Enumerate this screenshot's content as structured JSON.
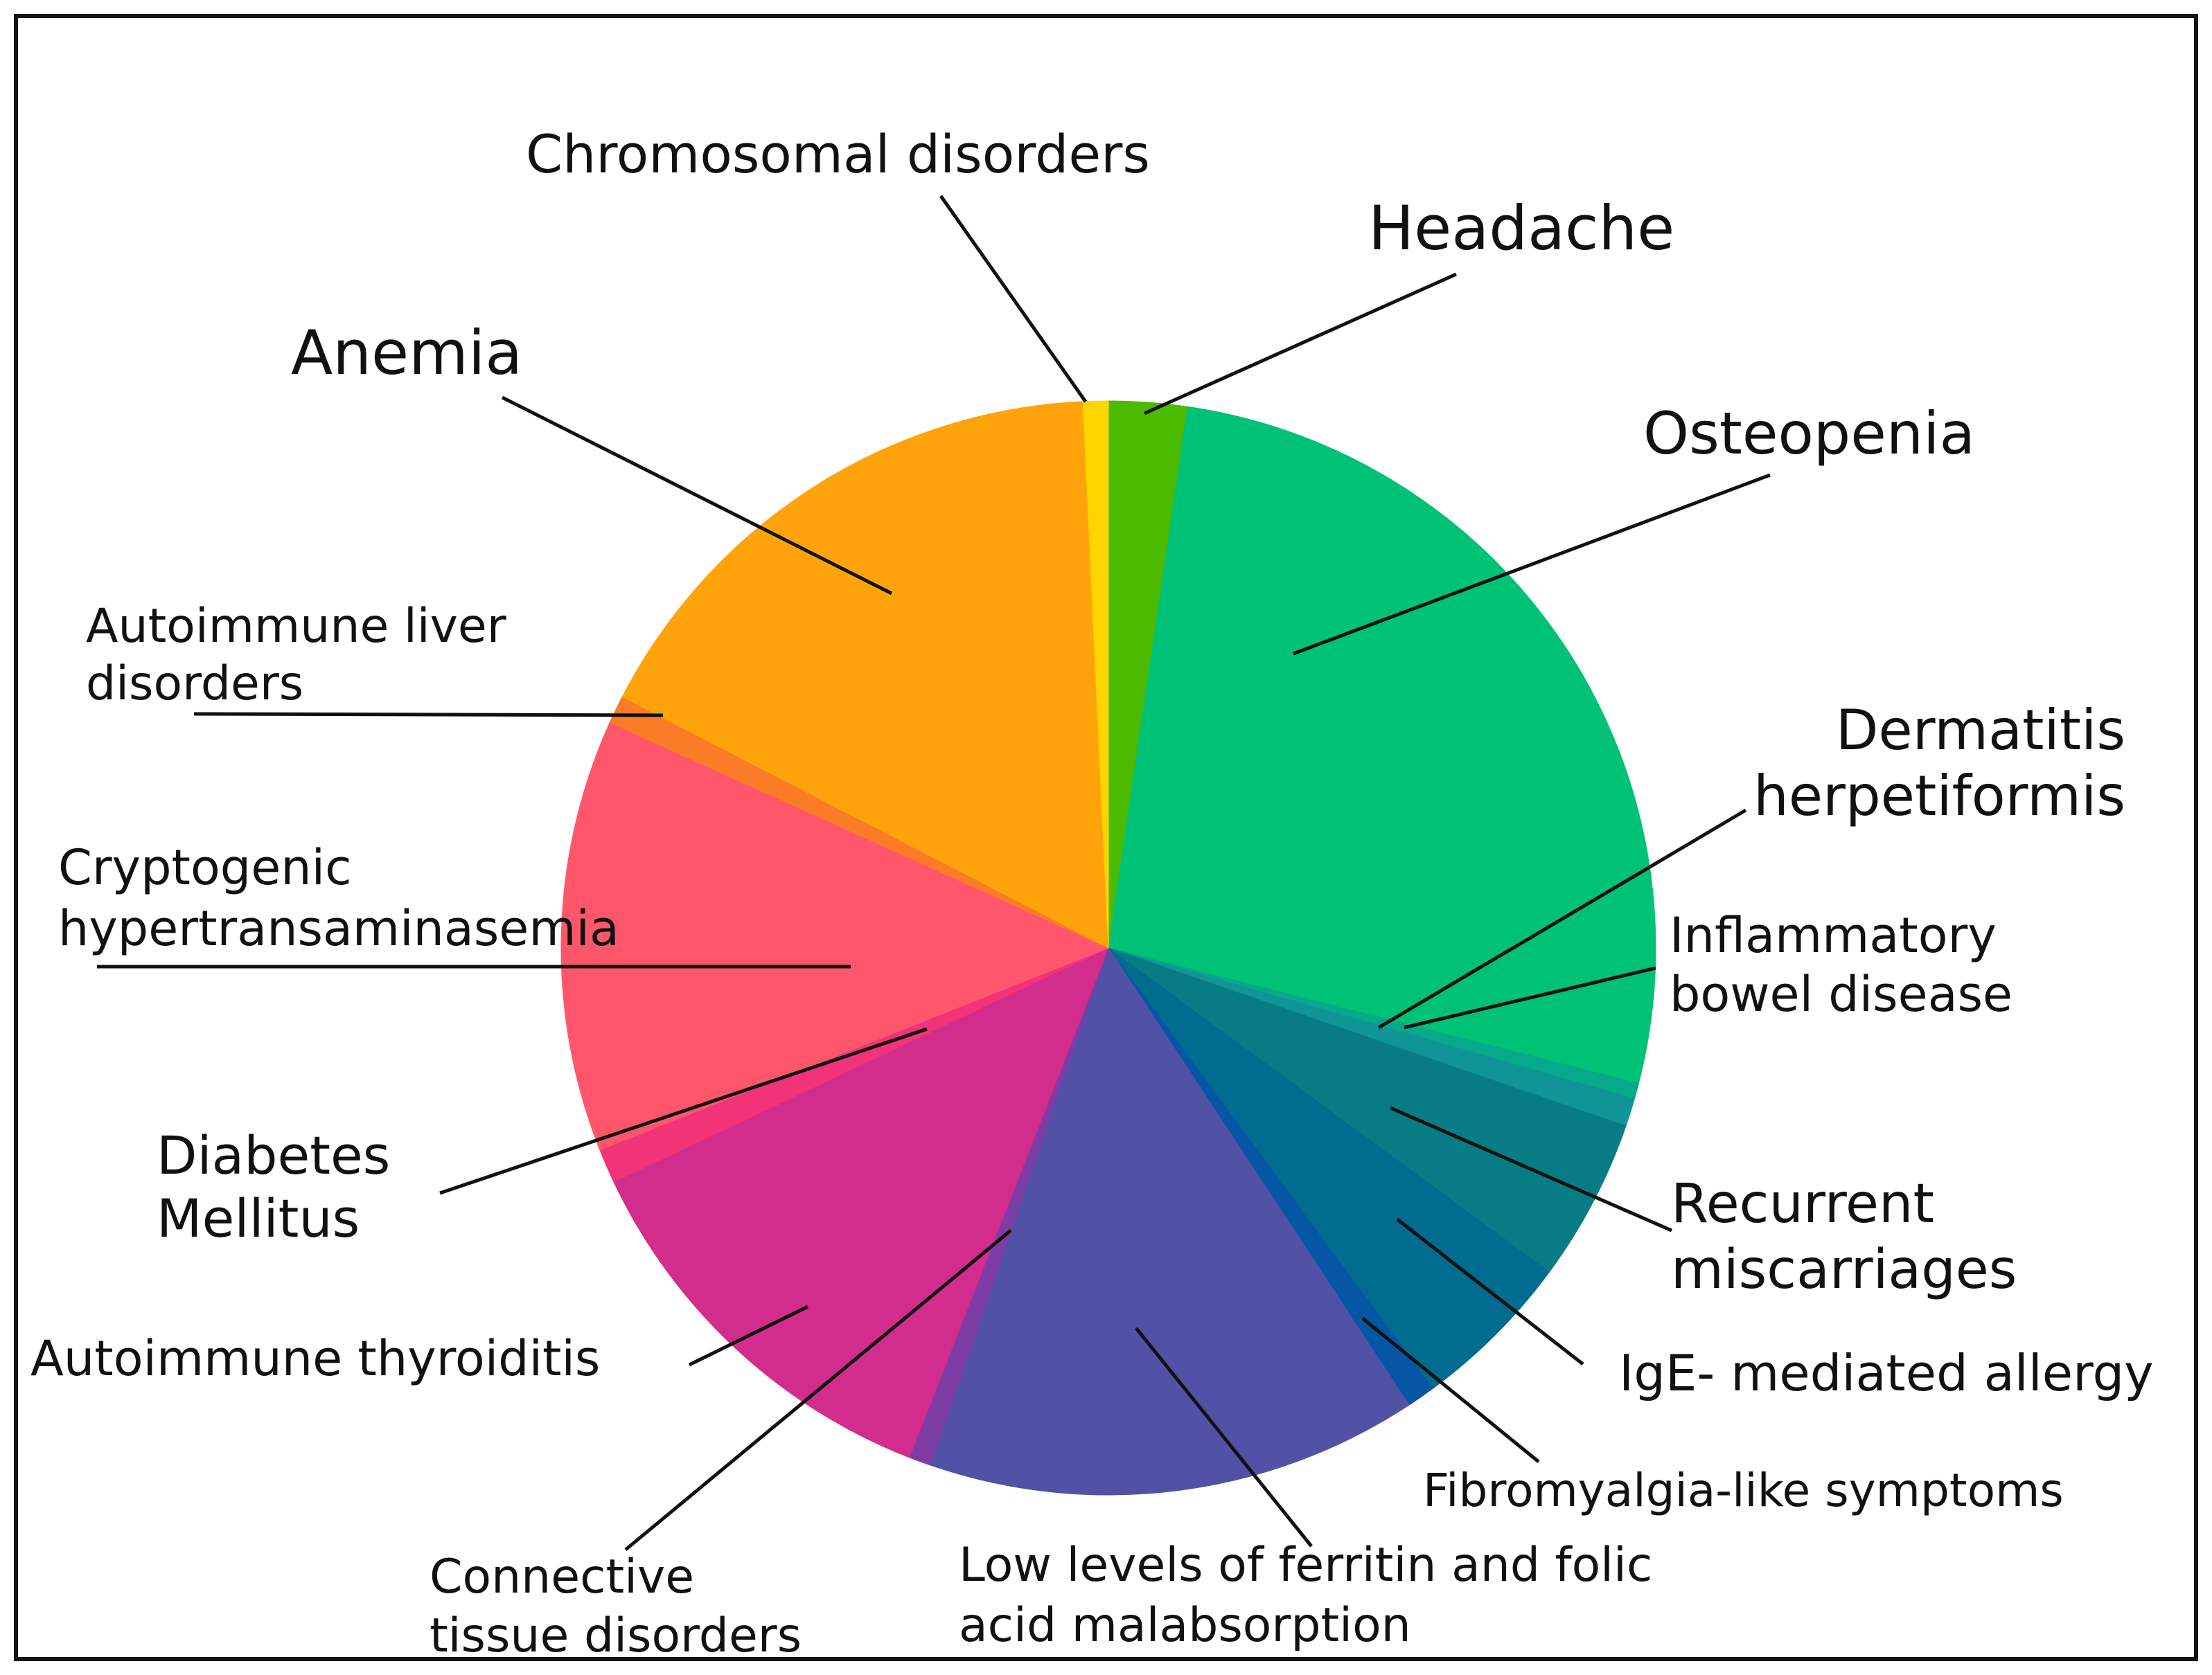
{
  "chart_data": {
    "type": "pie",
    "title": "",
    "legend": "none",
    "slices": [
      {
        "label": "Headache",
        "value": 2.5,
        "color": "#4cbb00"
      },
      {
        "label": "Osteopenia",
        "value": 28.8,
        "color": "#00c276"
      },
      {
        "label": "Dermatitis herpetiformis",
        "value": 0.5,
        "color": "#06a98a"
      },
      {
        "label": "Inflammatory bowel disease",
        "value": 0.9,
        "color": "#109596"
      },
      {
        "label": "Recurrent miscarriages",
        "value": 5.2,
        "color": "#087c84"
      },
      {
        "label": "IgE- mediated allergy",
        "value": 5.2,
        "color": "#006c90"
      },
      {
        "label": "Fibromyalgia-like symptoms",
        "value": 0.9,
        "color": "#0656a6"
      },
      {
        "label": "Low levels of ferritin and folic acid malabsorption",
        "value": 15.7,
        "color": "#5152a6"
      },
      {
        "label": "Connective tissue disorders",
        "value": 0.7,
        "color": "#7d3da4"
      },
      {
        "label": "Autoimmune thyroiditis",
        "value": 13.0,
        "color": "#d22c8d"
      },
      {
        "label": "Diabetes Mellitus",
        "value": 1.1,
        "color": "#f23378"
      },
      {
        "label": "Cryptogenic hypertransaminasemia",
        "value": 13.8,
        "color": "#ff566b"
      },
      {
        "label": "Autoimmune liver disorders",
        "value": 0.9,
        "color": "#fb7c26"
      },
      {
        "label": "Anemia",
        "value": 18.0,
        "color": "#ffa30a"
      },
      {
        "label": "Chromosomal disorders",
        "value": 0.8,
        "color": "#ffd500"
      }
    ]
  },
  "labels": {
    "chromosomal": "Chromosomal disorders",
    "headache": "Headache",
    "anemia": "Anemia",
    "osteopenia": "Osteopenia",
    "autoimmune_liver_1": "Autoimmune liver",
    "autoimmune_liver_2": "disorders",
    "dermatitis_1": "Dermatitis",
    "dermatitis_2": "herpetiformis",
    "cryptogenic_1": "Cryptogenic",
    "cryptogenic_2": "hypertransaminasemia",
    "ibd_1": "Inflammatory",
    "ibd_2": "bowel disease",
    "diabetes_1": "Diabetes",
    "diabetes_2": "Mellitus",
    "recurrent_1": "Recurrent",
    "recurrent_2": "miscarriages",
    "thyroiditis": "Autoimmune thyroiditis",
    "ige": "IgE- mediated allergy",
    "fibro": "Fibromyalgia-like symptoms",
    "ferritin_1": "Low levels of ferritin and folic",
    "ferritin_2": "acid malabsorption",
    "connective_1": "Connective",
    "connective_2": "tissue disorders"
  }
}
